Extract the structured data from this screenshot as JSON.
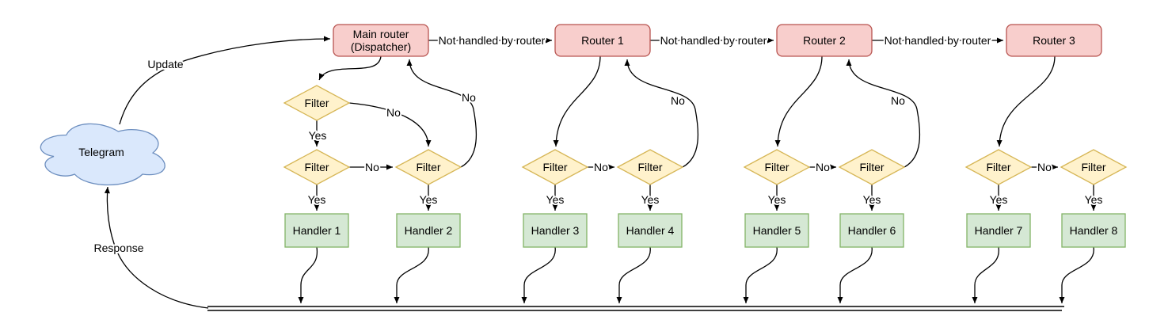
{
  "cloud": {
    "label": "Telegram"
  },
  "routers": [
    {
      "line1": "Main router",
      "line2": "(Dispatcher)"
    },
    {
      "label": "Router 1"
    },
    {
      "label": "Router 2"
    },
    {
      "label": "Router 3"
    }
  ],
  "filters": [
    {
      "label": "Filter"
    },
    {
      "label": "Filter"
    },
    {
      "label": "Filter"
    },
    {
      "label": "Filter"
    },
    {
      "label": "Filter"
    },
    {
      "label": "Filter"
    },
    {
      "label": "Filter"
    },
    {
      "label": "Filter"
    },
    {
      "label": "Filter"
    }
  ],
  "handlers": [
    {
      "label": "Handler 1"
    },
    {
      "label": "Handler 2"
    },
    {
      "label": "Handler 3"
    },
    {
      "label": "Handler 4"
    },
    {
      "label": "Handler 5"
    },
    {
      "label": "Handler 6"
    },
    {
      "label": "Handler 7"
    },
    {
      "label": "Handler 8"
    }
  ],
  "edge_labels": {
    "update": "Update",
    "response": "Response",
    "not_handled": "Not handled by router",
    "yes": "Yes",
    "no": "No"
  },
  "colors": {
    "router_fill": "#f8cecc",
    "router_stroke": "#b85450",
    "filter_fill": "#fff2cc",
    "filter_stroke": "#d6b656",
    "handler_fill": "#d5e8d4",
    "handler_stroke": "#82b366",
    "cloud_fill": "#dae8fc",
    "cloud_stroke": "#6c8ebf",
    "edge": "#000000",
    "text": "#000000",
    "background": "#ffffff"
  }
}
